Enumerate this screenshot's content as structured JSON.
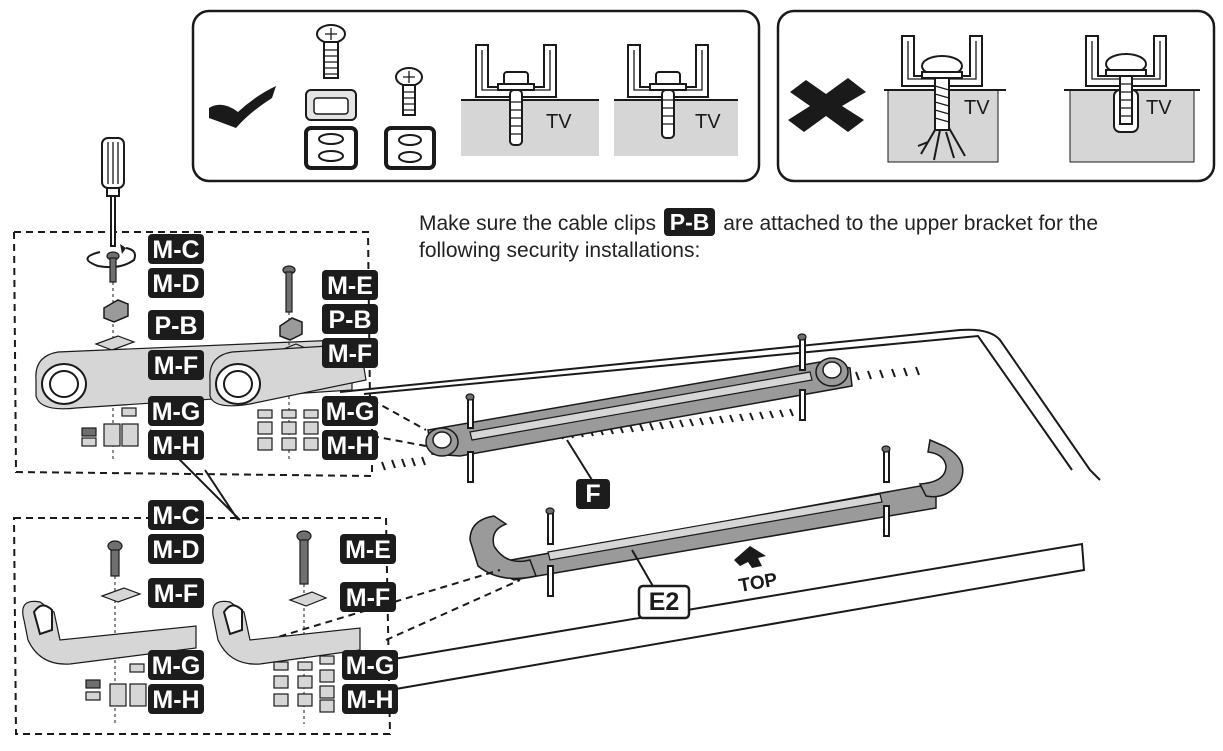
{
  "instruction": {
    "before": "Make sure the cable clips",
    "part": "P-B",
    "after": "are attached to the upper bracket for the following security installations:"
  },
  "panel_correct": {
    "tv_label_1": "TV",
    "tv_label_2": "TV",
    "mark_icon": "check-mark-icon"
  },
  "panel_wrong": {
    "tv_label_1": "TV",
    "tv_label_2": "TV",
    "mark_icon": "cross-mark-icon"
  },
  "bracket_labels": {
    "upper": "F",
    "lower": "E2",
    "direction": "TOP"
  },
  "detail_upper_left": [
    "M-C",
    "M-D",
    "P-B",
    "M-F",
    "M-G",
    "M-H"
  ],
  "detail_upper_right": [
    "M-E",
    "P-B",
    "M-F",
    "M-G",
    "M-H"
  ],
  "detail_lower_left": [
    "M-C",
    "M-D",
    "M-F",
    "M-G",
    "M-H"
  ],
  "detail_lower_right": [
    "M-E",
    "M-F",
    "M-G",
    "M-H"
  ],
  "colors": {
    "label_bg": "#1c1c1c",
    "part_grey": "#9a9a9a",
    "panel_bg": "#d6d6d6"
  }
}
